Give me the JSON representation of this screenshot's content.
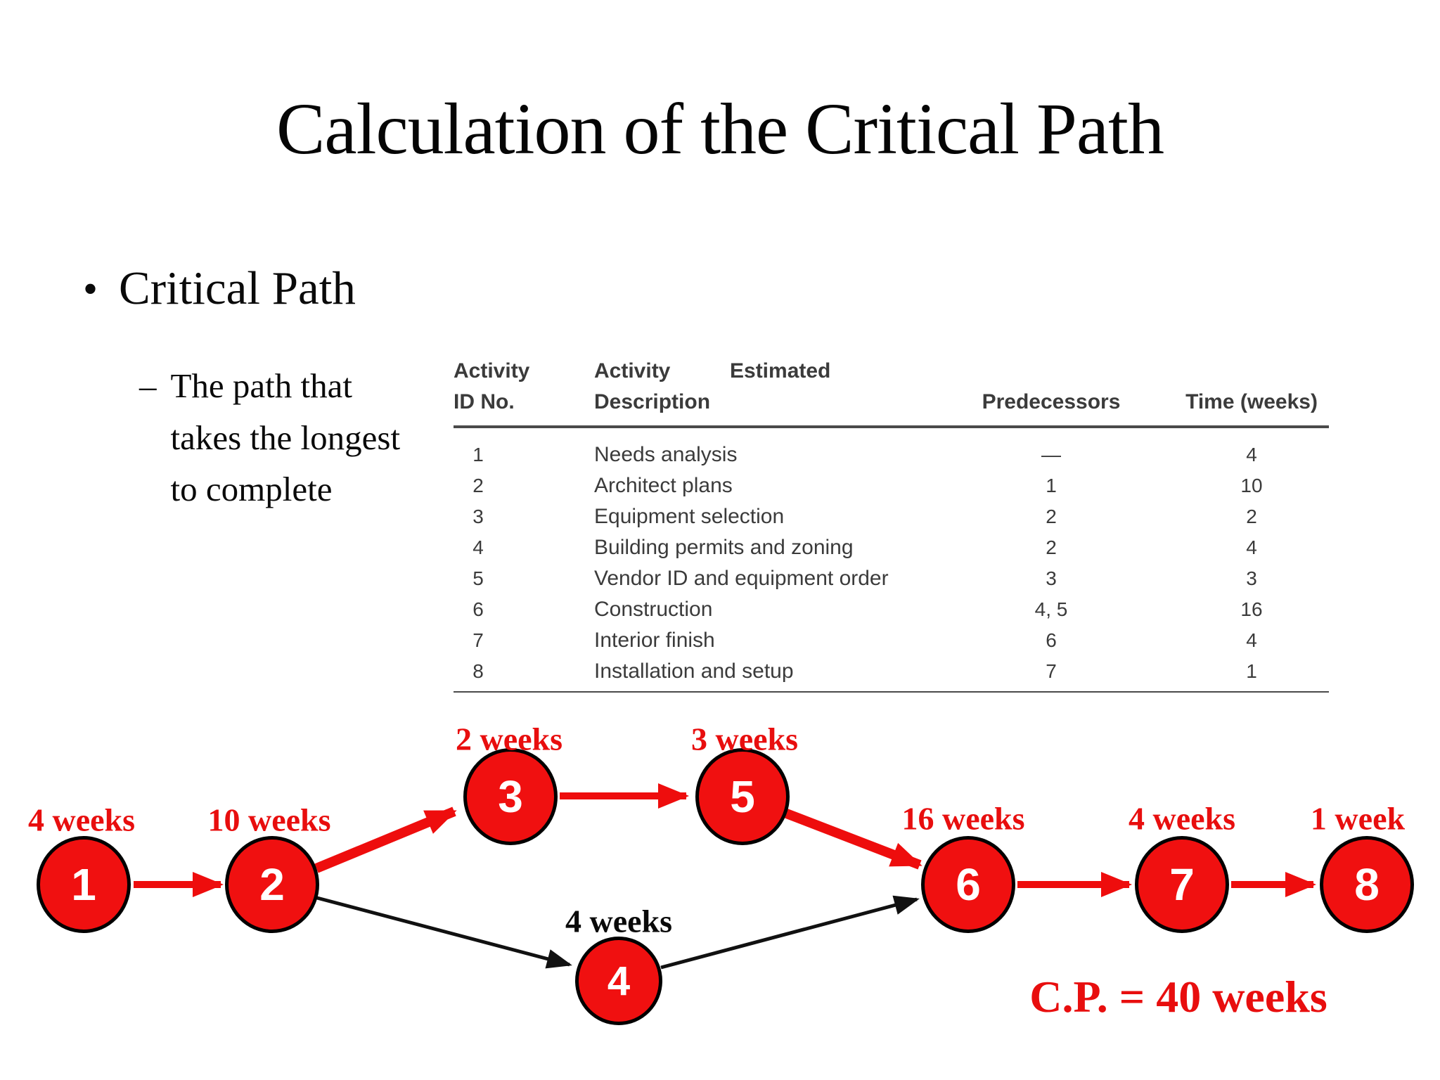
{
  "slide": {
    "title": "Calculation of the Critical Path"
  },
  "bullets": {
    "marker": "•",
    "main": "Critical Path",
    "dash": "–",
    "sub_lines": [
      "The path that",
      "takes the longest",
      "to complete"
    ]
  },
  "table": {
    "header": {
      "col1_line1": "Activity",
      "col1_line2": "ID No.",
      "col2_line1": "Activity",
      "col2_line2": "Description",
      "col3_line1": "Estimated",
      "predecessors": "Predecessors",
      "time": "Time (weeks)"
    },
    "rows": [
      {
        "id": "1",
        "description": "Needs analysis",
        "predecessors": "—",
        "time": "4"
      },
      {
        "id": "2",
        "description": "Architect plans",
        "predecessors": "1",
        "time": "10"
      },
      {
        "id": "3",
        "description": "Equipment selection",
        "predecessors": "2",
        "time": "2"
      },
      {
        "id": "4",
        "description": "Building permits and zoning",
        "predecessors": "2",
        "time": "4"
      },
      {
        "id": "5",
        "description": "Vendor ID and equipment order",
        "predecessors": "3",
        "time": "3"
      },
      {
        "id": "6",
        "description": "Construction",
        "predecessors": "4, 5",
        "time": "16"
      },
      {
        "id": "7",
        "description": "Interior finish",
        "predecessors": "6",
        "time": "4"
      },
      {
        "id": "8",
        "description": "Installation and setup",
        "predecessors": "7",
        "time": "1"
      }
    ]
  },
  "diagram": {
    "nodes": [
      {
        "id": "1",
        "duration": "4 weeks"
      },
      {
        "id": "2",
        "duration": "10 weeks"
      },
      {
        "id": "3",
        "duration": "2 weeks"
      },
      {
        "id": "4",
        "duration": "4 weeks"
      },
      {
        "id": "5",
        "duration": "3 weeks"
      },
      {
        "id": "6",
        "duration": "16 weeks"
      },
      {
        "id": "7",
        "duration": "4 weeks"
      },
      {
        "id": "8",
        "duration": "1 week"
      }
    ],
    "edges": [
      {
        "from": "1",
        "to": "2",
        "critical": true
      },
      {
        "from": "2",
        "to": "3",
        "critical": true
      },
      {
        "from": "3",
        "to": "5",
        "critical": true
      },
      {
        "from": "5",
        "to": "6",
        "critical": true
      },
      {
        "from": "2",
        "to": "4",
        "critical": false
      },
      {
        "from": "4",
        "to": "6",
        "critical": false
      },
      {
        "from": "6",
        "to": "7",
        "critical": true
      },
      {
        "from": "7",
        "to": "8",
        "critical": true
      }
    ],
    "cp_label": "C.P. = 40 weeks",
    "colors": {
      "critical_red": "#ee0d0d",
      "noncritical_black": "#111111",
      "node_fill": "#f01010"
    }
  }
}
